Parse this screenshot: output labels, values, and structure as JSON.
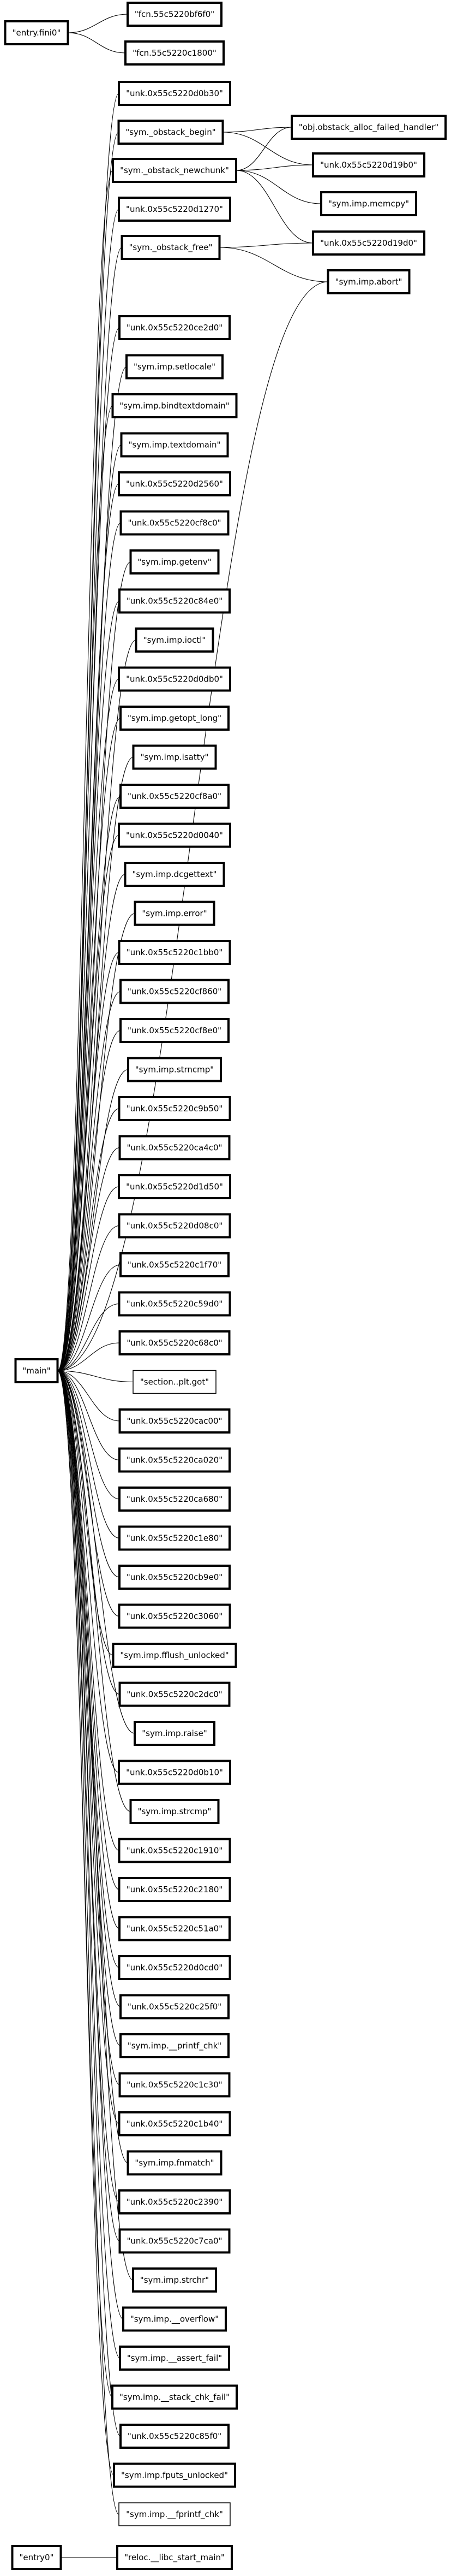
{
  "graph": {
    "nodes": [
      {
        "id": "entry_fini0",
        "label": "\"entry.fini0\"",
        "bold": true
      },
      {
        "id": "fcn_bf6f0",
        "label": "\"fcn.55c5220bf6f0\"",
        "bold": true
      },
      {
        "id": "fcn_c1800",
        "label": "\"fcn.55c5220c1800\"",
        "bold": true
      },
      {
        "id": "unk_d0b30",
        "label": "\"unk.0x55c5220d0b30\"",
        "bold": true
      },
      {
        "id": "obstack_begin",
        "label": "\"sym._obstack_begin\"",
        "bold": true
      },
      {
        "id": "alloc_failed",
        "label": "\"obj.obstack_alloc_failed_handler\"",
        "bold": true
      },
      {
        "id": "obstack_newchunk",
        "label": "\"sym._obstack_newchunk\"",
        "bold": true
      },
      {
        "id": "unk_d19b0",
        "label": "\"unk.0x55c5220d19b0\"",
        "bold": true
      },
      {
        "id": "memcpy",
        "label": "\"sym.imp.memcpy\"",
        "bold": true
      },
      {
        "id": "unk_d1270",
        "label": "\"unk.0x55c5220d1270\"",
        "bold": true
      },
      {
        "id": "obstack_free",
        "label": "\"sym._obstack_free\"",
        "bold": true
      },
      {
        "id": "unk_d19d0",
        "label": "\"unk.0x55c5220d19d0\"",
        "bold": true
      },
      {
        "id": "abort",
        "label": "\"sym.imp.abort\"",
        "bold": true
      },
      {
        "id": "unk_ce2d0",
        "label": "\"unk.0x55c5220ce2d0\"",
        "bold": true
      },
      {
        "id": "setlocale",
        "label": "\"sym.imp.setlocale\"",
        "bold": true
      },
      {
        "id": "bindtextdomain",
        "label": "\"sym.imp.bindtextdomain\"",
        "bold": true
      },
      {
        "id": "textdomain",
        "label": "\"sym.imp.textdomain\"",
        "bold": true
      },
      {
        "id": "unk_d2560",
        "label": "\"unk.0x55c5220d2560\"",
        "bold": true
      },
      {
        "id": "unk_cf8c0",
        "label": "\"unk.0x55c5220cf8c0\"",
        "bold": true
      },
      {
        "id": "getenv",
        "label": "\"sym.imp.getenv\"",
        "bold": true
      },
      {
        "id": "unk_c84e0",
        "label": "\"unk.0x55c5220c84e0\"",
        "bold": true
      },
      {
        "id": "ioctl",
        "label": "\"sym.imp.ioctl\"",
        "bold": true
      },
      {
        "id": "unk_d0db0",
        "label": "\"unk.0x55c5220d0db0\"",
        "bold": true
      },
      {
        "id": "getopt_long",
        "label": "\"sym.imp.getopt_long\"",
        "bold": true
      },
      {
        "id": "isatty",
        "label": "\"sym.imp.isatty\"",
        "bold": true
      },
      {
        "id": "unk_cf8a0",
        "label": "\"unk.0x55c5220cf8a0\"",
        "bold": true
      },
      {
        "id": "unk_d0040",
        "label": "\"unk.0x55c5220d0040\"",
        "bold": true
      },
      {
        "id": "dcgettext",
        "label": "\"sym.imp.dcgettext\"",
        "bold": true
      },
      {
        "id": "error",
        "label": "\"sym.imp.error\"",
        "bold": true
      },
      {
        "id": "unk_c1bb0",
        "label": "\"unk.0x55c5220c1bb0\"",
        "bold": true
      },
      {
        "id": "unk_cf860",
        "label": "\"unk.0x55c5220cf860\"",
        "bold": true
      },
      {
        "id": "unk_cf8e0",
        "label": "\"unk.0x55c5220cf8e0\"",
        "bold": true
      },
      {
        "id": "strncmp",
        "label": "\"sym.imp.strncmp\"",
        "bold": true
      },
      {
        "id": "unk_c9b50",
        "label": "\"unk.0x55c5220c9b50\"",
        "bold": true
      },
      {
        "id": "unk_ca4c0",
        "label": "\"unk.0x55c5220ca4c0\"",
        "bold": true
      },
      {
        "id": "unk_d1d50",
        "label": "\"unk.0x55c5220d1d50\"",
        "bold": true
      },
      {
        "id": "unk_d08c0",
        "label": "\"unk.0x55c5220d08c0\"",
        "bold": true
      },
      {
        "id": "unk_c1f70",
        "label": "\"unk.0x55c5220c1f70\"",
        "bold": true
      },
      {
        "id": "unk_c59d0",
        "label": "\"unk.0x55c5220c59d0\"",
        "bold": true
      },
      {
        "id": "main",
        "label": "\"main\"",
        "bold": true
      },
      {
        "id": "unk_c68c0",
        "label": "\"unk.0x55c5220c68c0\"",
        "bold": true
      },
      {
        "id": "plt_got",
        "label": "\"section..plt.got\"",
        "bold": false
      },
      {
        "id": "unk_cac00",
        "label": "\"unk.0x55c5220cac00\"",
        "bold": true
      },
      {
        "id": "unk_ca020",
        "label": "\"unk.0x55c5220ca020\"",
        "bold": true
      },
      {
        "id": "unk_ca680",
        "label": "\"unk.0x55c5220ca680\"",
        "bold": true
      },
      {
        "id": "unk_c1e80",
        "label": "\"unk.0x55c5220c1e80\"",
        "bold": true
      },
      {
        "id": "unk_cb9e0",
        "label": "\"unk.0x55c5220cb9e0\"",
        "bold": true
      },
      {
        "id": "unk_c3060",
        "label": "\"unk.0x55c5220c3060\"",
        "bold": true
      },
      {
        "id": "fflush_unlocked",
        "label": "\"sym.imp.fflush_unlocked\"",
        "bold": true
      },
      {
        "id": "unk_c2dc0",
        "label": "\"unk.0x55c5220c2dc0\"",
        "bold": true
      },
      {
        "id": "raise",
        "label": "\"sym.imp.raise\"",
        "bold": true
      },
      {
        "id": "unk_d0b10",
        "label": "\"unk.0x55c5220d0b10\"",
        "bold": true
      },
      {
        "id": "strcmp",
        "label": "\"sym.imp.strcmp\"",
        "bold": true
      },
      {
        "id": "unk_c1910",
        "label": "\"unk.0x55c5220c1910\"",
        "bold": true
      },
      {
        "id": "unk_c2180",
        "label": "\"unk.0x55c5220c2180\"",
        "bold": true
      },
      {
        "id": "unk_c51a0",
        "label": "\"unk.0x55c5220c51a0\"",
        "bold": true
      },
      {
        "id": "unk_d0cd0",
        "label": "\"unk.0x55c5220d0cd0\"",
        "bold": true
      },
      {
        "id": "unk_c25f0",
        "label": "\"unk.0x55c5220c25f0\"",
        "bold": true
      },
      {
        "id": "printf_chk",
        "label": "\"sym.imp.__printf_chk\"",
        "bold": true
      },
      {
        "id": "unk_c1c30",
        "label": "\"unk.0x55c5220c1c30\"",
        "bold": true
      },
      {
        "id": "unk_c1b40",
        "label": "\"unk.0x55c5220c1b40\"",
        "bold": true
      },
      {
        "id": "fnmatch",
        "label": "\"sym.imp.fnmatch\"",
        "bold": true
      },
      {
        "id": "unk_c2390",
        "label": "\"unk.0x55c5220c2390\"",
        "bold": true
      },
      {
        "id": "unk_c7ca0",
        "label": "\"unk.0x55c5220c7ca0\"",
        "bold": true
      },
      {
        "id": "strchr",
        "label": "\"sym.imp.strchr\"",
        "bold": true
      },
      {
        "id": "overflow",
        "label": "\"sym.imp.__overflow\"",
        "bold": true
      },
      {
        "id": "assert_fail",
        "label": "\"sym.imp.__assert_fail\"",
        "bold": true
      },
      {
        "id": "stack_chk_fail",
        "label": "\"sym.imp.__stack_chk_fail\"",
        "bold": true
      },
      {
        "id": "unk_c85f0",
        "label": "\"unk.0x55c5220c85f0\"",
        "bold": true
      },
      {
        "id": "fputs_unlocked",
        "label": "\"sym.imp.fputs_unlocked\"",
        "bold": true
      },
      {
        "id": "fprintf_chk",
        "label": "\"sym.imp.__fprintf_chk\"",
        "bold": false
      },
      {
        "id": "entry0",
        "label": "\"entry0\"",
        "bold": true
      },
      {
        "id": "libc_start_main",
        "label": "\"reloc.__libc_start_main\"",
        "bold": true
      }
    ],
    "edges": [
      [
        "entry_fini0",
        "fcn_bf6f0"
      ],
      [
        "entry_fini0",
        "fcn_c1800"
      ],
      [
        "obstack_begin",
        "alloc_failed"
      ],
      [
        "obstack_begin",
        "unk_d19b0"
      ],
      [
        "obstack_newchunk",
        "alloc_failed"
      ],
      [
        "obstack_newchunk",
        "unk_d19b0"
      ],
      [
        "obstack_newchunk",
        "memcpy"
      ],
      [
        "obstack_newchunk",
        "unk_d19d0"
      ],
      [
        "obstack_free",
        "unk_d19d0"
      ],
      [
        "obstack_free",
        "abort"
      ],
      [
        "main",
        "unk_d0b30"
      ],
      [
        "main",
        "obstack_begin"
      ],
      [
        "main",
        "obstack_newchunk"
      ],
      [
        "main",
        "unk_d1270"
      ],
      [
        "main",
        "obstack_free"
      ],
      [
        "main",
        "abort"
      ],
      [
        "main",
        "unk_ce2d0"
      ],
      [
        "main",
        "setlocale"
      ],
      [
        "main",
        "bindtextdomain"
      ],
      [
        "main",
        "textdomain"
      ],
      [
        "main",
        "unk_d2560"
      ],
      [
        "main",
        "unk_cf8c0"
      ],
      [
        "main",
        "getenv"
      ],
      [
        "main",
        "unk_c84e0"
      ],
      [
        "main",
        "ioctl"
      ],
      [
        "main",
        "unk_d0db0"
      ],
      [
        "main",
        "getopt_long"
      ],
      [
        "main",
        "isatty"
      ],
      [
        "main",
        "unk_cf8a0"
      ],
      [
        "main",
        "unk_d0040"
      ],
      [
        "main",
        "dcgettext"
      ],
      [
        "main",
        "error"
      ],
      [
        "main",
        "unk_c1bb0"
      ],
      [
        "main",
        "unk_cf860"
      ],
      [
        "main",
        "unk_cf8e0"
      ],
      [
        "main",
        "strncmp"
      ],
      [
        "main",
        "unk_c9b50"
      ],
      [
        "main",
        "unk_ca4c0"
      ],
      [
        "main",
        "unk_d1d50"
      ],
      [
        "main",
        "unk_d08c0"
      ],
      [
        "main",
        "unk_c1f70"
      ],
      [
        "main",
        "unk_c59d0"
      ],
      [
        "main",
        "unk_c68c0"
      ],
      [
        "main",
        "plt_got"
      ],
      [
        "main",
        "unk_cac00"
      ],
      [
        "main",
        "unk_ca020"
      ],
      [
        "main",
        "unk_ca680"
      ],
      [
        "main",
        "unk_c1e80"
      ],
      [
        "main",
        "unk_cb9e0"
      ],
      [
        "main",
        "unk_c3060"
      ],
      [
        "main",
        "fflush_unlocked"
      ],
      [
        "main",
        "unk_c2dc0"
      ],
      [
        "main",
        "raise"
      ],
      [
        "main",
        "unk_d0b10"
      ],
      [
        "main",
        "strcmp"
      ],
      [
        "main",
        "unk_c1910"
      ],
      [
        "main",
        "unk_c2180"
      ],
      [
        "main",
        "unk_c51a0"
      ],
      [
        "main",
        "unk_d0cd0"
      ],
      [
        "main",
        "unk_c25f0"
      ],
      [
        "main",
        "printf_chk"
      ],
      [
        "main",
        "unk_c1c30"
      ],
      [
        "main",
        "unk_c1b40"
      ],
      [
        "main",
        "fnmatch"
      ],
      [
        "main",
        "unk_c2390"
      ],
      [
        "main",
        "unk_c7ca0"
      ],
      [
        "main",
        "strchr"
      ],
      [
        "main",
        "overflow"
      ],
      [
        "main",
        "assert_fail"
      ],
      [
        "main",
        "stack_chk_fail"
      ],
      [
        "main",
        "unk_c85f0"
      ],
      [
        "main",
        "fputs_unlocked"
      ],
      [
        "main",
        "fprintf_chk"
      ],
      [
        "entry0",
        "libc_start_main"
      ]
    ]
  }
}
